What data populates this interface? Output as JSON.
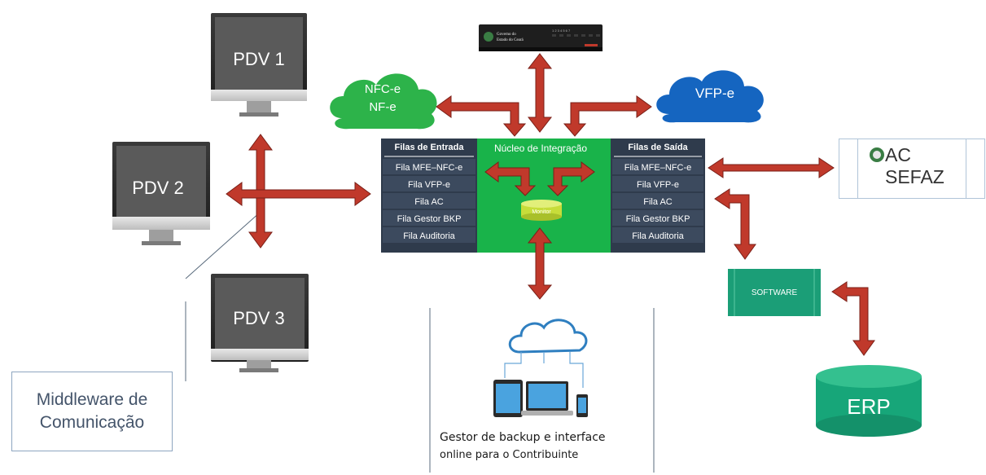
{
  "terminals": [
    {
      "label": "PDV 1"
    },
    {
      "label": "PDV 2"
    },
    {
      "label": "PDV 3"
    }
  ],
  "clouds": {
    "nfce": {
      "line1": "NFC-e",
      "line2": "NF-e",
      "color": "#2db34a"
    },
    "vfpe": {
      "label": "VFP-e",
      "color": "#1565c0"
    }
  },
  "device": {
    "logo_line1": "Governo do",
    "logo_line2": "Estado do Ceará",
    "ports": "1 2 3 4 5 6 7"
  },
  "input_queues": {
    "title": "Filas de Entrada",
    "items": [
      "Fila MFE–NFC-e",
      "Fila VFP-e",
      "Fila AC",
      "Fila Gestor BKP",
      "Fila Auditoria"
    ]
  },
  "core": {
    "title": "Núcleo de Integração",
    "monitor_label": "Monitor",
    "color": "#19b34a"
  },
  "output_queues": {
    "title": "Filas de Saída",
    "items": [
      "Fila MFE–NFC-e",
      "Fila VFP-e",
      "Fila AC",
      "Fila Gestor BKP",
      "Fila Auditoria"
    ]
  },
  "ac_sefaz": {
    "line1": "AC",
    "line2": "SEFAZ"
  },
  "software": {
    "label": "SOFTWARE",
    "color": "#1b9e77"
  },
  "erp": {
    "label": "ERP",
    "color": "#17a679"
  },
  "middleware": {
    "line1": "Middleware de",
    "line2": "Comunicação"
  },
  "backup": {
    "line1": "Gestor de backup e interface",
    "line2": "online para o Contribuinte"
  },
  "colors": {
    "arrow": "#c0392b",
    "queue_bg": "#2f3b4c",
    "queue_row": "#3c4a5e",
    "monitor_screen": "#555555"
  }
}
